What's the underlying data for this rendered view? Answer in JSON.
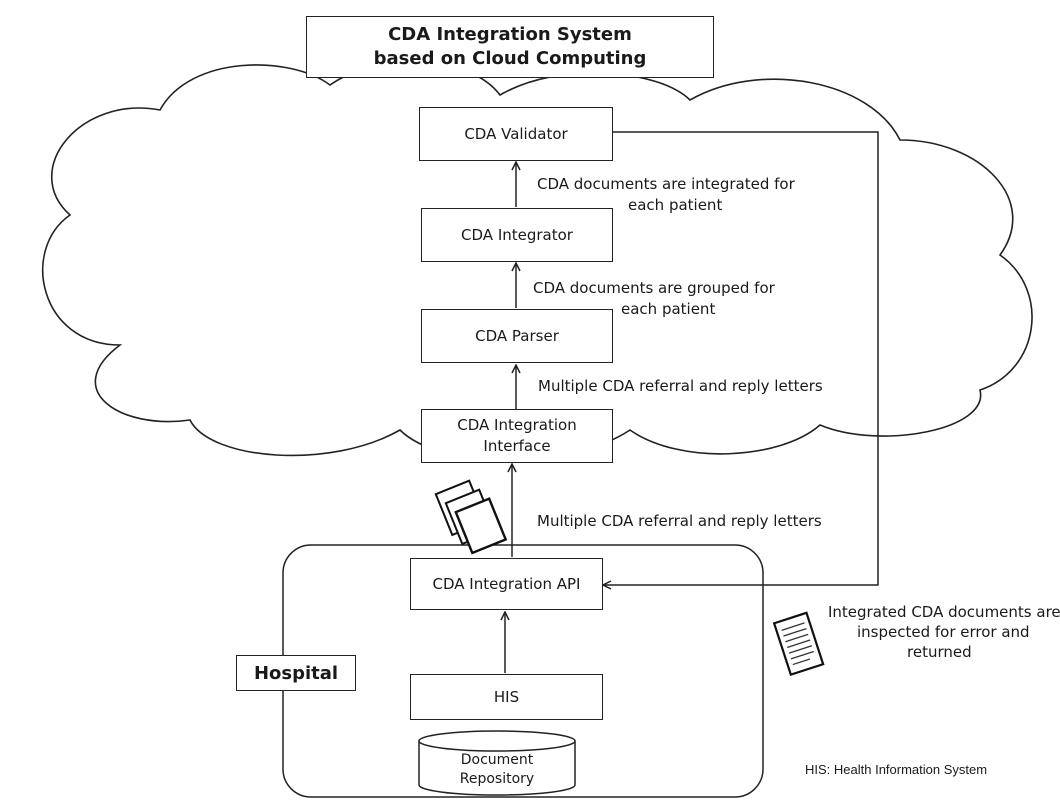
{
  "title": {
    "line1": "CDA Integration System",
    "line2": "based on Cloud Computing"
  },
  "components": {
    "validator": "CDA Validator",
    "integrator": "CDA Integrator",
    "parser": "CDA Parser",
    "interface": "CDA Integration\nInterface",
    "api": "CDA Integration API",
    "his": "HIS",
    "repository": "Document\nRepository"
  },
  "hospital_label": "Hospital",
  "annotations": {
    "integrated_line1": "CDA documents are integrated for",
    "integrated_line2": "each patient",
    "grouped_line1": "CDA documents are grouped for",
    "grouped_line2": "each patient",
    "multiple_cloud": "Multiple CDA referral and reply letters",
    "multiple_hospital": "Multiple CDA referral and reply letters",
    "inspected_line1": "Integrated CDA documents are",
    "inspected_line2": "inspected for error and",
    "inspected_line3": "returned"
  },
  "legend": "HIS: Health Information System"
}
